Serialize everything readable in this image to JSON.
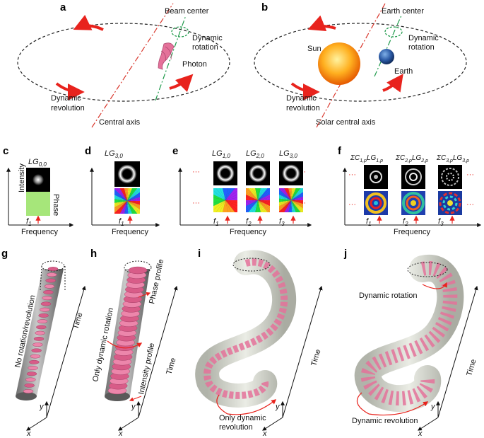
{
  "panels": {
    "a": {
      "letter": "a",
      "beam_center": "Beam center",
      "dynamic_rotation_1": "Dynamic",
      "dynamic_rotation_2": "rotation",
      "photon": "Photon",
      "dynamic_revolution_1": "Dynamic",
      "dynamic_revolution_2": "revolution",
      "central_axis": "Central axis"
    },
    "b": {
      "letter": "b",
      "earth_center": "Earth center",
      "dynamic_rotation_1": "Dynamic",
      "dynamic_rotation_2": "rotation",
      "sun": "Sun",
      "earth": "Earth",
      "dynamic_revolution_1": "Dynamic",
      "dynamic_revolution_2": "revolution",
      "solar_central_axis": "Solar central axis"
    },
    "c": {
      "letter": "c",
      "mode": "LG",
      "mode_sub": "0,0",
      "intensity": "Intensity",
      "phase": "Phase",
      "f": "f",
      "f_sub": "1",
      "xlabel": "Frequency"
    },
    "d": {
      "letter": "d",
      "mode": "LG",
      "mode_sub": "3,0",
      "f": "f",
      "f_sub": "1",
      "xlabel": "Frequency"
    },
    "e": {
      "letter": "e",
      "modes": [
        {
          "m": "LG",
          "sub": "1,0",
          "f": "f",
          "fsub": "1"
        },
        {
          "m": "LG",
          "sub": "2,0",
          "f": "f",
          "fsub": "2"
        },
        {
          "m": "LG",
          "sub": "3,0",
          "f": "f",
          "fsub": "3"
        }
      ],
      "dots": "···",
      "xlabel": "Frequency"
    },
    "f": {
      "letter": "f",
      "modes": [
        {
          "pre": "ΣC",
          "sub1": "1,p",
          "m": "LG",
          "sub2": "1,p",
          "f": "f",
          "fsub": "1"
        },
        {
          "pre": "ΣC",
          "sub1": "2,p",
          "m": "LG",
          "sub2": "2,p",
          "f": "f",
          "fsub": "2"
        },
        {
          "pre": "ΣC",
          "sub1": "3,p",
          "m": "LG",
          "sub2": "3,p",
          "f": "f",
          "fsub": "3"
        }
      ],
      "dots": "···",
      "xlabel": "Frequency"
    },
    "g": {
      "letter": "g",
      "label": "No rotation/revolution",
      "time": "Time",
      "x": "x",
      "y": "y"
    },
    "h": {
      "letter": "h",
      "label": "Only dynamic rotation",
      "phase_profile": "Phase profile",
      "intensity_profile": "Intensity profile",
      "time": "Time",
      "x": "x",
      "y": "y"
    },
    "i": {
      "letter": "i",
      "label_1": "Only dynamic",
      "label_2": "revolution",
      "time": "Time",
      "x": "x",
      "y": "y"
    },
    "j": {
      "letter": "j",
      "dynamic_rotation": "Dynamic rotation",
      "dynamic_revolution": "Dynamic revolution",
      "time": "Time",
      "x": "x",
      "y": "y"
    }
  },
  "colors": {
    "arrow_red": "#e8231d",
    "axis_red": "#d9362b",
    "axis_green": "#1e9a4a",
    "pink": "#e4729a",
    "phase_green": "#a6e67a"
  }
}
